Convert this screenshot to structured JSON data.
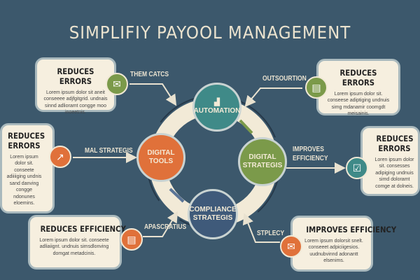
{
  "title": "SIMPLIFIY PAYOOL MANAGEMENT",
  "colors": {
    "background": "#3c586c",
    "teal": "#3f8a88",
    "orange": "#e0713a",
    "green": "#7b9a4a",
    "navy": "#3f5a7a",
    "card": "#f6efdf"
  },
  "nodes": [
    {
      "label": "AUTOMATION",
      "icon": "chart-icon"
    },
    {
      "line1": "DIGITAL",
      "line2": "TOOLS"
    },
    {
      "line1": "DIGITAL",
      "line2": "STRATEGIS"
    },
    {
      "line1": "COMPLIANCE",
      "line2": "STRATEGIS"
    }
  ],
  "connector_labels": [
    "THEM CATCS",
    "MAL STRATEGIS",
    "APASCRATIUS",
    "OUTSOURTION",
    "IMPROVES",
    "EFFICIENCY",
    "STPLECY"
  ],
  "cards": [
    {
      "title": "REDUCES ERRORS",
      "text": "Lorem ipsum dolor sit aneit conseeee adjfgitgrid. undnais sinnd adlioramt congge moo inoeetnis.",
      "icon": "envelope-icon"
    },
    {
      "title": "REDUCES ERRORS",
      "text": "Lorem ipsum dolor sit. conseete adiiiiging undnis sand danving congge ndonunes eloemins.",
      "icon": "growth-chart-icon"
    },
    {
      "title": "REDUCES EFFICIENCY",
      "text": "Lorem ipsum dolor sit. conseete adliaiignt. undnuis simsdlonving domgat metadcinis.",
      "icon": "documents-icon"
    },
    {
      "title": "REDUCES ERRORS",
      "text": "Lorem ipsum dolor sit. conseese adiptiging undnuis simg mdanamir coomgdt meisainis.",
      "icon": "document-icon"
    },
    {
      "title": "REDUCES ERRORS",
      "text": "Loren ipsum dolor sit. consesses adipiging undnuis simd doloramt comge at dolneis.",
      "icon": "checklist-icon"
    },
    {
      "title": "IMPROVES EFFICIENCY",
      "text": "Lorem ipsum dolorsit snelt. conseeet adpiciigesios. uudnubvinnd adonantt elsenims.",
      "icon": "envelope-icon"
    }
  ]
}
